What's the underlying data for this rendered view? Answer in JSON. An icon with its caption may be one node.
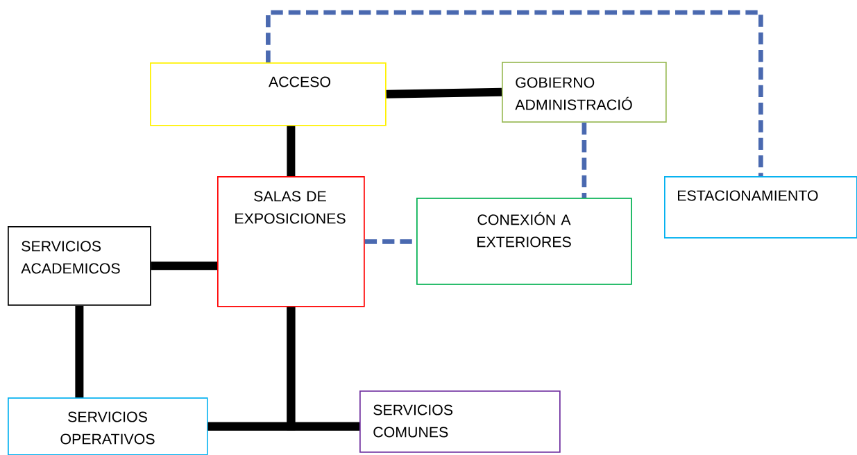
{
  "diagram": {
    "nodes": [
      {
        "text": [
          "ACCESO"
        ]
      },
      {
        "text": [
          "GOBIERNO ADMINISTRACIÓ"
        ]
      },
      {
        "text": [
          "SALAS DE EXPOSICIONES"
        ]
      },
      {
        "text": [
          "CONEXIÓN A EXTERIORES"
        ]
      },
      {
        "text": [
          "ESTACIONAMIENTO"
        ]
      },
      {
        "text": [
          "SERVICIOS ACADEMICOS"
        ]
      },
      {
        "text": [
          "SERVICIOS OPERATIVOS"
        ]
      },
      {
        "text": [
          "SERVICIOS COMUNES"
        ]
      }
    ],
    "edges": [
      {
        "from": 0,
        "to": 1,
        "arrow": "none"
      },
      {
        "from": 0,
        "to": 2,
        "arrow": "none"
      },
      {
        "from": 2,
        "to": 5,
        "arrow": "none"
      },
      {
        "from": 5,
        "to": 6,
        "arrow": "none"
      },
      {
        "from": 6,
        "to": 7,
        "arrow": "none"
      },
      {
        "from": 2,
        "to": 6,
        "arrow": "none"
      },
      {
        "from": 2,
        "to": 7,
        "arrow": "none"
      },
      {
        "from": 1,
        "to": 3,
        "arrow": "none",
        "style": "dashed",
        "color": "#4a69b0"
      },
      {
        "from": 2,
        "to": 3,
        "arrow": "none",
        "style": "dashed",
        "color": "#4a69b0"
      },
      {
        "from": 0,
        "to": 4,
        "arrow": "none",
        "style": "dashed",
        "color": "#4a69b0"
      }
    ]
  }
}
